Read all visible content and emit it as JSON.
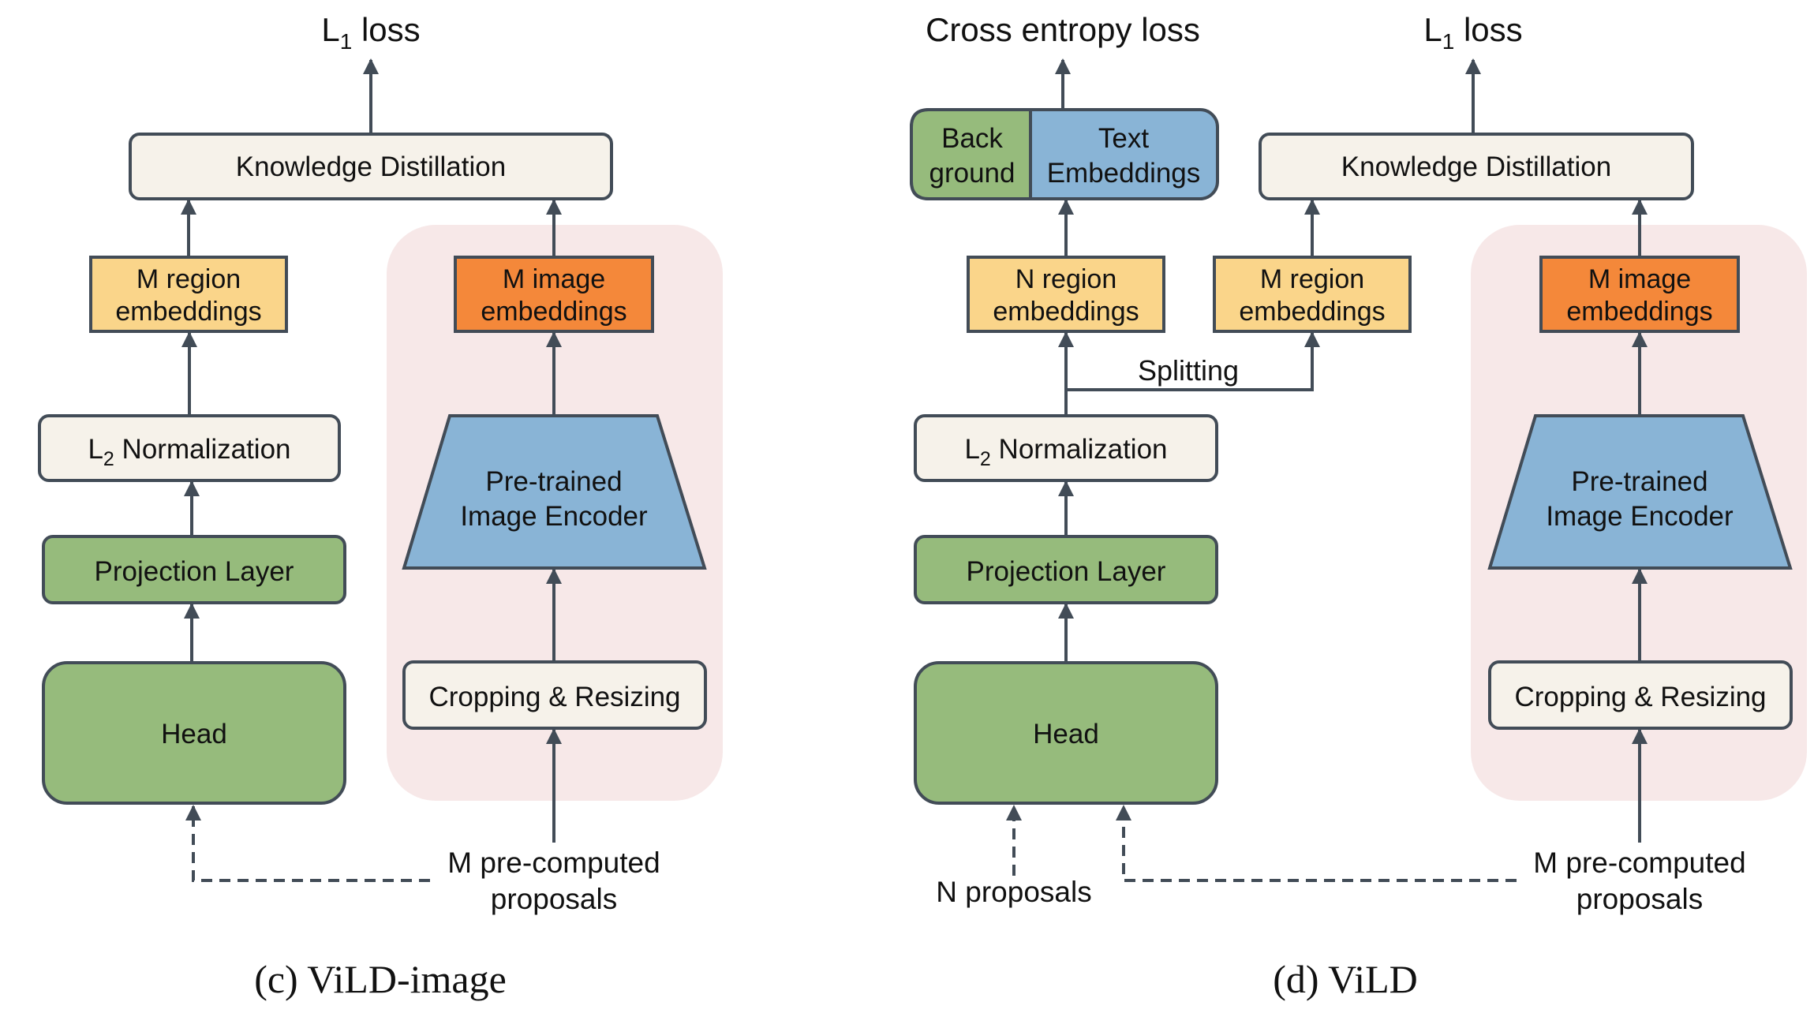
{
  "colors": {
    "cream": "#f6f2ea",
    "green": "#96bb7c",
    "blue": "#89b4d6",
    "yellow": "#fad58a",
    "orange": "#f4883a",
    "pink_region": "#f7e8e8",
    "stroke": "#424c57"
  },
  "left": {
    "loss_prefix": "L",
    "loss_sub": "1",
    "loss_suffix": " loss",
    "kd": "Knowledge Distillation",
    "region_emb_1": "M region",
    "region_emb_2": "embeddings",
    "image_emb_1": "M image",
    "image_emb_2": "embeddings",
    "norm_prefix": "L",
    "norm_sub": "2",
    "norm_suffix": " Normalization",
    "encoder_1": "Pre-trained",
    "encoder_2": "Image Encoder",
    "projection": "Projection Layer",
    "head": "Head",
    "crop": "Cropping & Resizing",
    "proposals_1": "M pre-computed",
    "proposals_2": "proposals",
    "caption": "(c) ViLD-image"
  },
  "right": {
    "ce_loss": "Cross entropy loss",
    "loss_prefix": "L",
    "loss_sub": "1",
    "loss_suffix": " loss",
    "background_1": "Back",
    "background_2": "ground",
    "text_emb_1": "Text",
    "text_emb_2": "Embeddings",
    "kd": "Knowledge Distillation",
    "n_region_1": "N region",
    "n_region_2": "embeddings",
    "m_region_1": "M region",
    "m_region_2": "embeddings",
    "image_emb_1": "M image",
    "image_emb_2": "embeddings",
    "splitting": "Splitting",
    "norm_prefix": "L",
    "norm_sub": "2",
    "norm_suffix": " Normalization",
    "encoder_1": "Pre-trained",
    "encoder_2": "Image Encoder",
    "projection": "Projection Layer",
    "head": "Head",
    "crop": "Cropping & Resizing",
    "n_proposals": "N proposals",
    "proposals_1": "M pre-computed",
    "proposals_2": "proposals",
    "caption": "(d) ViLD"
  }
}
